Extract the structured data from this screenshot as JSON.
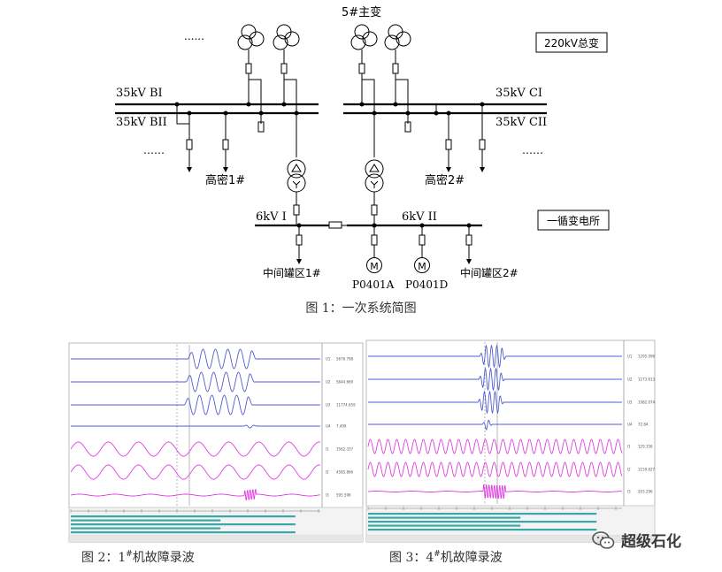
{
  "sld": {
    "transformer_title": "5#主变",
    "box_220": "220kV总变",
    "box_circ": "一循变电所",
    "bus_bi": "35kV BI",
    "bus_bii": "35kV BII",
    "bus_ci": "35kV CI",
    "bus_cii": "35kV CII",
    "ellipsis": "......",
    "ellipsis2": "……",
    "gaomi1": "高密1#",
    "gaomi2": "高密2#",
    "bus_6kv1": "6kV I",
    "bus_6kv2": "6kV II",
    "motor_sym": "M",
    "p0401a": "P0401A",
    "p0401d": "P0401D",
    "zj1": "中间罐区1#",
    "zj2": "中间罐区2#",
    "fig1": "图 1：一次系统简图"
  },
  "fig2": {
    "caption_pre": "图 2：1",
    "caption_sup": "#",
    "caption_post": "机故障录波",
    "channel_labels": [
      "U1",
      "U2",
      "U3",
      "U4",
      "I1",
      "I2",
      "I3"
    ],
    "readouts": [
      "5676.798",
      "5644.669",
      "11774.659",
      "7.499",
      "3562.337",
      "4585.866",
      "595.596"
    ]
  },
  "fig3": {
    "caption_pre": "图 3：4",
    "caption_sup": "#",
    "caption_post": "机故障录波",
    "channel_labels": [
      "U1",
      "U2",
      "U3",
      "U4",
      "I1",
      "I2",
      "I3"
    ],
    "readouts": [
      "1295.096",
      "1273.613",
      "1082.074",
      "72.84",
      "129.356",
      "1159.627",
      "203.296"
    ]
  },
  "colors": {
    "voltage_trace": "#4f5fd0",
    "current_trace": "#e040e0",
    "timeline_bar": "#3aa8a8"
  },
  "watermark": {
    "text": "超级石化",
    "icon": "wechat-icon"
  }
}
